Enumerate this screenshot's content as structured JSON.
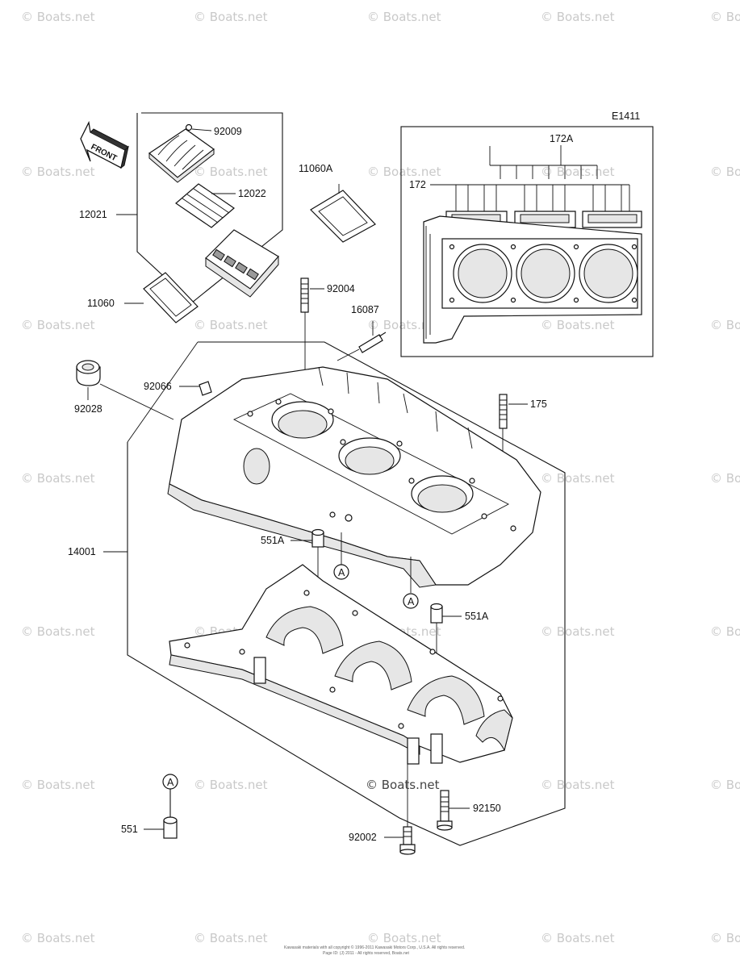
{
  "watermark": "© Boats.net",
  "center_mark": "© Boats.net",
  "figure_id": "E1411",
  "front_label": "FRONT",
  "ref_letter": "A",
  "parts": {
    "p92009": "92009",
    "p12022": "12022",
    "p12021": "12021",
    "p11060A": "11060A",
    "p11060": "11060",
    "p92004": "92004",
    "p16087": "16087",
    "p92066": "92066",
    "p92028": "92028",
    "p175": "175",
    "p14001": "14001",
    "p551A_left": "551A",
    "p551A_right": "551A",
    "p92150": "92150",
    "p92002": "92002",
    "p551": "551",
    "p172A": "172A",
    "p172": "172"
  },
  "footer": {
    "line1": "Kawasaki materials with all copyright © 1996-2011 Kawasaki Motors Corp., U.S.A. All rights reserved.",
    "line2": "Page ID: (J) 2011 - All rights reserved, Boats.net"
  }
}
